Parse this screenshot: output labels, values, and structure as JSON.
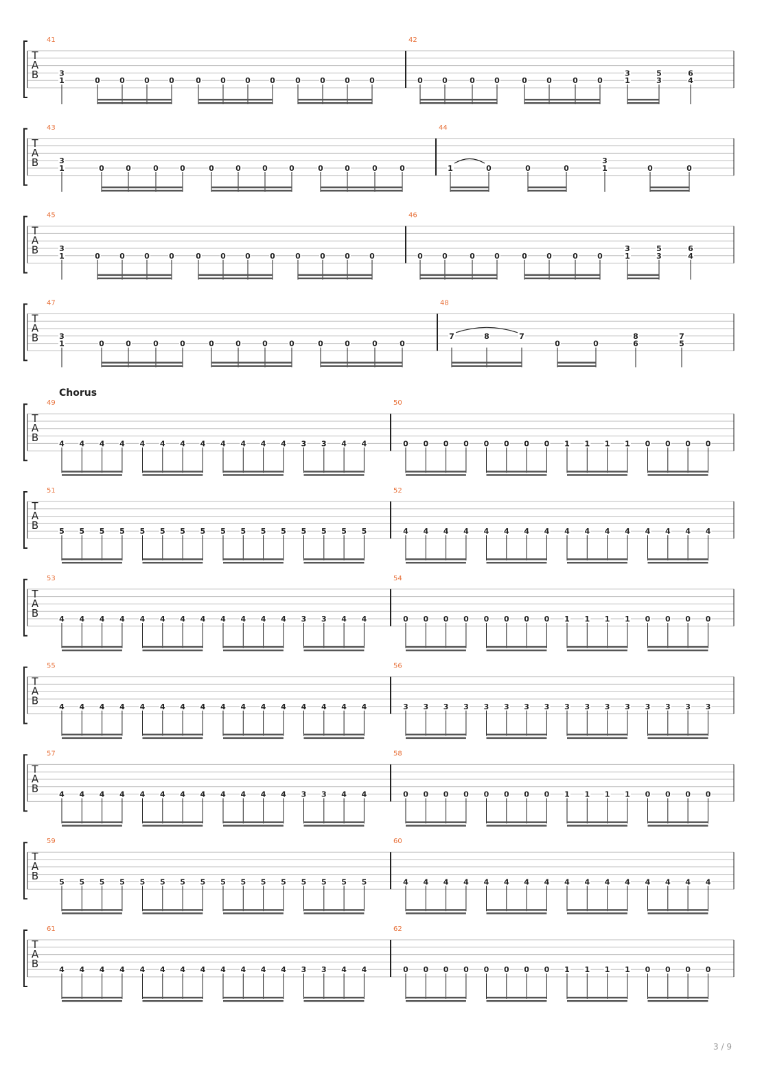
{
  "page": {
    "footer": "3 / 9"
  },
  "tab_clef": [
    "T",
    "A",
    "B"
  ],
  "sections": [
    {
      "label": "Chorus",
      "before_system": 4
    }
  ],
  "systems": [
    {
      "measures": [
        {
          "number": "41",
          "events": [
            {
              "s": 5,
              "f": "1"
            },
            {
              "s": 4,
              "f": "3"
            },
            {
              "s": 5,
              "f": "0"
            },
            {
              "s": 5,
              "f": "0"
            },
            {
              "s": 5,
              "f": "0"
            },
            {
              "s": 5,
              "f": "0"
            },
            {
              "s": 5,
              "f": "0"
            },
            {
              "s": 5,
              "f": "0"
            },
            {
              "s": 5,
              "f": "0"
            },
            {
              "s": 5,
              "f": "0"
            },
            {
              "s": 5,
              "f": "0"
            },
            {
              "s": 5,
              "f": "0"
            },
            {
              "s": 5,
              "f": "0"
            },
            {
              "s": 5,
              "f": "0"
            }
          ]
        },
        {
          "number": "42",
          "events": [
            {
              "s": 5,
              "f": "0"
            },
            {
              "s": 5,
              "f": "0"
            },
            {
              "s": 5,
              "f": "0"
            },
            {
              "s": 5,
              "f": "0"
            },
            {
              "s": 5,
              "f": "0"
            },
            {
              "s": 5,
              "f": "0"
            },
            {
              "s": 5,
              "f": "0"
            },
            {
              "s": 5,
              "f": "0"
            },
            {
              "s": 5,
              "f": "1"
            },
            {
              "s": 4,
              "f": "3"
            },
            {
              "s": 5,
              "f": "3"
            },
            {
              "s": 4,
              "f": "5"
            },
            {
              "s": 5,
              "f": "4"
            },
            {
              "s": 4,
              "f": "6"
            }
          ]
        }
      ]
    },
    {
      "measures": [
        {
          "number": "43",
          "events": [
            {
              "s": 5,
              "f": "1"
            },
            {
              "s": 4,
              "f": "3"
            },
            {
              "s": 5,
              "f": "0"
            },
            {
              "s": 5,
              "f": "0"
            },
            {
              "s": 5,
              "f": "0"
            },
            {
              "s": 5,
              "f": "0"
            },
            {
              "s": 5,
              "f": "0"
            },
            {
              "s": 5,
              "f": "0"
            },
            {
              "s": 5,
              "f": "0"
            },
            {
              "s": 5,
              "f": "0"
            },
            {
              "s": 5,
              "f": "0"
            },
            {
              "s": 5,
              "f": "0"
            },
            {
              "s": 5,
              "f": "0"
            },
            {
              "s": 5,
              "f": "0"
            }
          ]
        },
        {
          "number": "44",
          "events": [
            {
              "s": 5,
              "f": "1"
            },
            {
              "s": 5,
              "f": "0"
            },
            {
              "s": 5,
              "f": "0"
            },
            {
              "s": 5,
              "f": "0"
            },
            {
              "s": 5,
              "f": "1"
            },
            {
              "s": 4,
              "f": "3"
            },
            {
              "s": 5,
              "f": "0"
            },
            {
              "s": 5,
              "f": "0"
            }
          ]
        }
      ]
    },
    {
      "measures": [
        {
          "number": "45",
          "events": [
            {
              "s": 5,
              "f": "1"
            },
            {
              "s": 4,
              "f": "3"
            },
            {
              "s": 5,
              "f": "0"
            },
            {
              "s": 5,
              "f": "0"
            },
            {
              "s": 5,
              "f": "0"
            },
            {
              "s": 5,
              "f": "0"
            },
            {
              "s": 5,
              "f": "0"
            },
            {
              "s": 5,
              "f": "0"
            },
            {
              "s": 5,
              "f": "0"
            },
            {
              "s": 5,
              "f": "0"
            },
            {
              "s": 5,
              "f": "0"
            },
            {
              "s": 5,
              "f": "0"
            },
            {
              "s": 5,
              "f": "0"
            },
            {
              "s": 5,
              "f": "0"
            }
          ]
        },
        {
          "number": "46",
          "events": [
            {
              "s": 5,
              "f": "0"
            },
            {
              "s": 5,
              "f": "0"
            },
            {
              "s": 5,
              "f": "0"
            },
            {
              "s": 5,
              "f": "0"
            },
            {
              "s": 5,
              "f": "0"
            },
            {
              "s": 5,
              "f": "0"
            },
            {
              "s": 5,
              "f": "0"
            },
            {
              "s": 5,
              "f": "0"
            },
            {
              "s": 5,
              "f": "1"
            },
            {
              "s": 4,
              "f": "3"
            },
            {
              "s": 5,
              "f": "3"
            },
            {
              "s": 4,
              "f": "5"
            },
            {
              "s": 5,
              "f": "4"
            },
            {
              "s": 4,
              "f": "6"
            }
          ]
        }
      ]
    },
    {
      "measures": [
        {
          "number": "47",
          "events": [
            {
              "s": 5,
              "f": "1"
            },
            {
              "s": 4,
              "f": "3"
            },
            {
              "s": 5,
              "f": "0"
            },
            {
              "s": 5,
              "f": "0"
            },
            {
              "s": 5,
              "f": "0"
            },
            {
              "s": 5,
              "f": "0"
            },
            {
              "s": 5,
              "f": "0"
            },
            {
              "s": 5,
              "f": "0"
            },
            {
              "s": 5,
              "f": "0"
            },
            {
              "s": 5,
              "f": "0"
            },
            {
              "s": 5,
              "f": "0"
            },
            {
              "s": 5,
              "f": "0"
            },
            {
              "s": 5,
              "f": "0"
            },
            {
              "s": 5,
              "f": "0"
            }
          ]
        },
        {
          "number": "48",
          "events": [
            {
              "s": 4,
              "f": "7"
            },
            {
              "s": 4,
              "f": "8"
            },
            {
              "s": 4,
              "f": "7"
            },
            {
              "s": 5,
              "f": "0"
            },
            {
              "s": 5,
              "f": "0"
            },
            {
              "s": 5,
              "f": "6"
            },
            {
              "s": 4,
              "f": "8"
            },
            {
              "s": 5,
              "f": "5"
            },
            {
              "s": 4,
              "f": "7"
            }
          ]
        }
      ]
    },
    {
      "measures": [
        {
          "number": "49",
          "frets": [
            "4",
            "4",
            "4",
            "4",
            "4",
            "4",
            "4",
            "4",
            "4",
            "4",
            "4",
            "4",
            "3",
            "3",
            "4",
            "4"
          ]
        },
        {
          "number": "50",
          "frets": [
            "0",
            "0",
            "0",
            "0",
            "0",
            "0",
            "0",
            "0",
            "1",
            "1",
            "1",
            "1",
            "0",
            "0",
            "0",
            "0"
          ]
        }
      ]
    },
    {
      "measures": [
        {
          "number": "51",
          "frets": [
            "5",
            "5",
            "5",
            "5",
            "5",
            "5",
            "5",
            "5",
            "5",
            "5",
            "5",
            "5",
            "5",
            "5",
            "5",
            "5"
          ]
        },
        {
          "number": "52",
          "frets": [
            "4",
            "4",
            "4",
            "4",
            "4",
            "4",
            "4",
            "4",
            "4",
            "4",
            "4",
            "4",
            "4",
            "4",
            "4",
            "4"
          ]
        }
      ]
    },
    {
      "measures": [
        {
          "number": "53",
          "frets": [
            "4",
            "4",
            "4",
            "4",
            "4",
            "4",
            "4",
            "4",
            "4",
            "4",
            "4",
            "4",
            "3",
            "3",
            "4",
            "4"
          ]
        },
        {
          "number": "54",
          "frets": [
            "0",
            "0",
            "0",
            "0",
            "0",
            "0",
            "0",
            "0",
            "1",
            "1",
            "1",
            "1",
            "0",
            "0",
            "0",
            "0"
          ]
        }
      ]
    },
    {
      "measures": [
        {
          "number": "55",
          "frets": [
            "4",
            "4",
            "4",
            "4",
            "4",
            "4",
            "4",
            "4",
            "4",
            "4",
            "4",
            "4",
            "4",
            "4",
            "4",
            "4"
          ]
        },
        {
          "number": "56",
          "frets": [
            "3",
            "3",
            "3",
            "3",
            "3",
            "3",
            "3",
            "3",
            "3",
            "3",
            "3",
            "3",
            "3",
            "3",
            "3",
            "3"
          ]
        }
      ]
    },
    {
      "measures": [
        {
          "number": "57",
          "frets": [
            "4",
            "4",
            "4",
            "4",
            "4",
            "4",
            "4",
            "4",
            "4",
            "4",
            "4",
            "4",
            "3",
            "3",
            "4",
            "4"
          ]
        },
        {
          "number": "58",
          "frets": [
            "0",
            "0",
            "0",
            "0",
            "0",
            "0",
            "0",
            "0",
            "1",
            "1",
            "1",
            "1",
            "0",
            "0",
            "0",
            "0"
          ]
        }
      ]
    },
    {
      "measures": [
        {
          "number": "59",
          "frets": [
            "5",
            "5",
            "5",
            "5",
            "5",
            "5",
            "5",
            "5",
            "5",
            "5",
            "5",
            "5",
            "5",
            "5",
            "5",
            "5"
          ]
        },
        {
          "number": "60",
          "frets": [
            "4",
            "4",
            "4",
            "4",
            "4",
            "4",
            "4",
            "4",
            "4",
            "4",
            "4",
            "4",
            "4",
            "4",
            "4",
            "4"
          ]
        }
      ]
    },
    {
      "measures": [
        {
          "number": "61",
          "frets": [
            "4",
            "4",
            "4",
            "4",
            "4",
            "4",
            "4",
            "4",
            "4",
            "4",
            "4",
            "4",
            "3",
            "3",
            "4",
            "4"
          ]
        },
        {
          "number": "62",
          "frets": [
            "0",
            "0",
            "0",
            "0",
            "0",
            "0",
            "0",
            "0",
            "1",
            "1",
            "1",
            "1",
            "0",
            "0",
            "0",
            "0"
          ]
        }
      ]
    }
  ],
  "colors": {
    "measure_number": "#e8713a",
    "staff_line": "#bdbdbd",
    "ink": "#222222"
  }
}
